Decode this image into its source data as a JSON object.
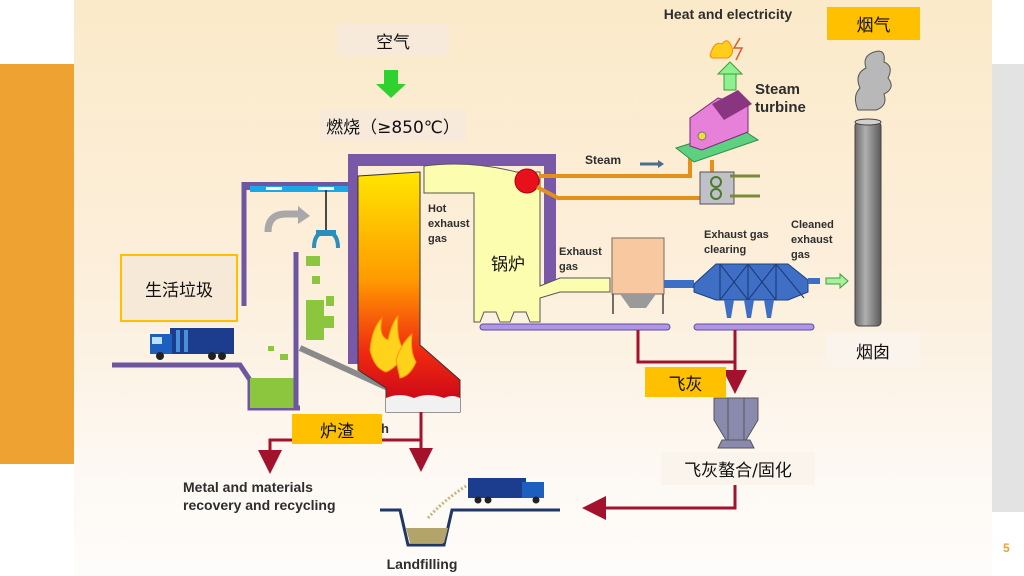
{
  "slide": {
    "page_number": "5",
    "accent_color": "#eea232",
    "highlight_color": "#ffc000"
  },
  "labels_cn": {
    "air": "空气",
    "combustion": "燃烧（≥850℃）",
    "boiler": "锅炉",
    "household_waste": "生活垃圾",
    "flue_gas": "烟气",
    "chimney": "烟囱",
    "fly_ash": "飞灰",
    "slag": "炉渣",
    "fly_ash_treatment": "飞灰螯合/固化"
  },
  "labels_en": {
    "heat_electricity": "Heat and electricity",
    "steam_turbine_1": "Steam",
    "steam_turbine_2": "turbine",
    "steam": "Steam",
    "hot_exhaust_1": "Hot",
    "hot_exhaust_2": "exhaust",
    "hot_exhaust_3": "gas",
    "exhaust_1": "Exhaust",
    "exhaust_2": "gas",
    "exhaust_clearing_1": "Exhaust gas",
    "exhaust_clearing_2": "clearing",
    "cleaned_1": "Cleaned",
    "cleaned_2": "exhaust",
    "cleaned_3": "gas",
    "ash_partial": "h",
    "metal_1": "Metal and materials",
    "metal_2": "recovery and recycling",
    "landfilling": "Landfilling"
  }
}
